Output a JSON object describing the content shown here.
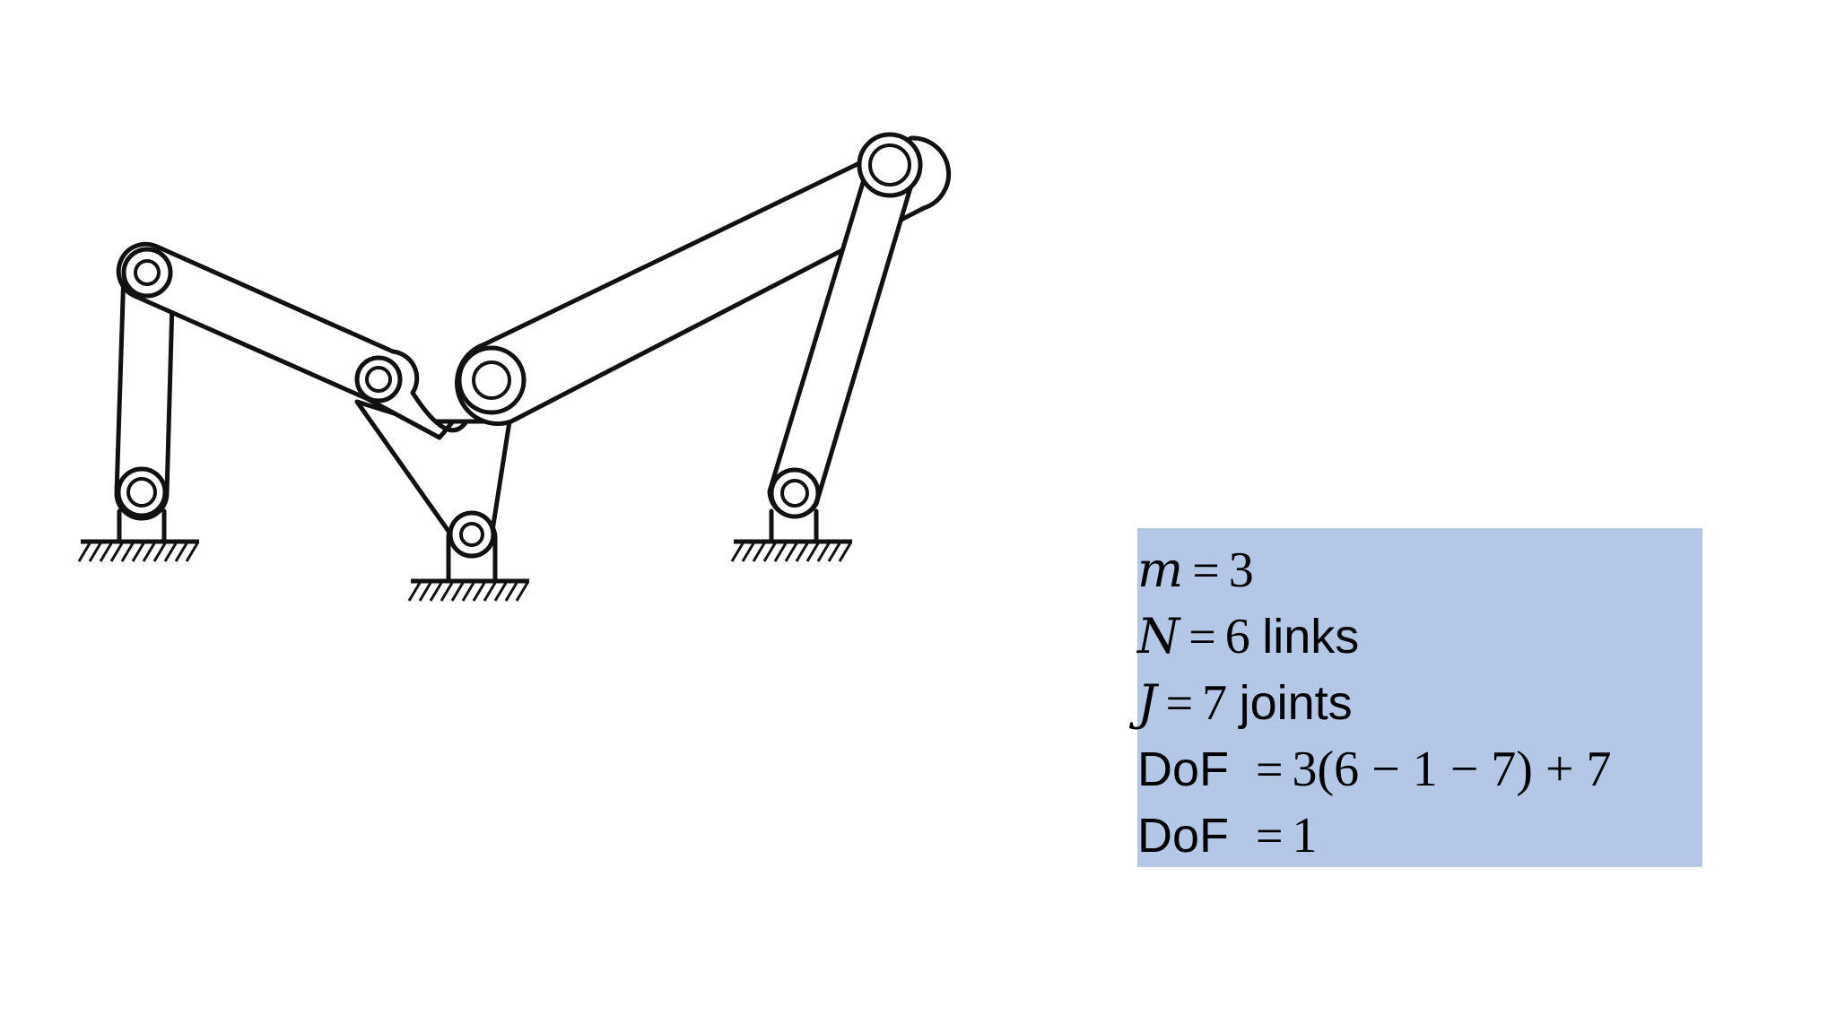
{
  "equations": {
    "m": {
      "symbol": "m",
      "equals": "=",
      "value": "3"
    },
    "links": {
      "symbol": "N",
      "equals": "=",
      "value": "6",
      "unit": "links"
    },
    "joints": {
      "symbol": "J",
      "equals": "=",
      "value": "7",
      "unit": "joints"
    },
    "dof_formula": {
      "label": "DoF",
      "equals": "=",
      "expression": "3(6 − 1 − 7) + 7"
    },
    "dof_result": {
      "label": "DoF",
      "equals": "=",
      "value": "1"
    }
  },
  "colors": {
    "equation_box": "#b4c7e7",
    "line": "#111111",
    "background": "#ffffff"
  }
}
